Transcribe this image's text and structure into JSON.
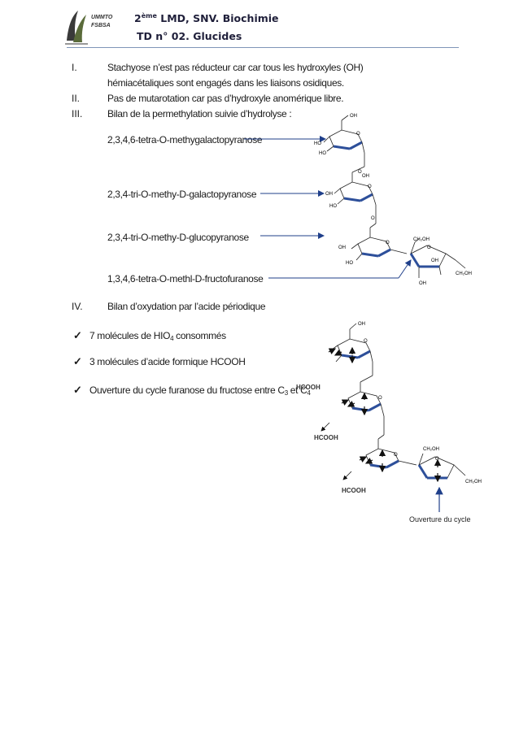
{
  "header": {
    "logo_line1": "UMMTO",
    "logo_line2": "FSBSA",
    "level_number": "2",
    "level_sup": "ème",
    "level_rest": " LMD, SNV. Biochimie",
    "td_title": "TD n° 02. Glucides"
  },
  "items": [
    {
      "num": "I.",
      "line1": "Stachyose n’est pas réducteur car car tous les hydroxyles (OH)",
      "line2": "hémiacétaliques sont engagés dans les liaisons osidiques."
    },
    {
      "num": "II.",
      "line1": "Pas de mutarotation car pas d’hydroxyle anomérique libre."
    },
    {
      "num": "III.",
      "line1": "Bilan de la permethylation suivie d’hydrolyse :"
    }
  ],
  "methylation_products": [
    "2,3,4,6-tetra-O-methygalactopyranose",
    "2,3,4-tri-O-methy-D-galactopyranose",
    "2,3,4-tri-O-methy-D-glucopyranose",
    "1,3,4,6-tetra-O-methl-D-fructofuranose"
  ],
  "section_iv": {
    "num": "IV.",
    "title": "Bilan d’oxydation par l’acide périodique"
  },
  "bullets": {
    "b1_pre": "7 molécules de HIO",
    "b1_sub": "4",
    "b1_post": " consommés",
    "b2": "3 molécules d’acide formique HCOOH",
    "b3_pre": "Ouverture du cycle furanose du fructose entre C",
    "b3_sub1": "3",
    "b3_mid": " et C",
    "b3_sub2": "4"
  },
  "structure_labels": {
    "oh": "OH",
    "ho": "HO",
    "o": "O",
    "ch2oh": "CH₂OH"
  },
  "oxidation_labels": {
    "hcooh": "HCOOH",
    "ring_opening": "Ouverture du cycle"
  },
  "colors": {
    "ring_bold": "#2d4f9a",
    "header_rule": "#7f95b8",
    "arrow": "#1f3f8a"
  }
}
